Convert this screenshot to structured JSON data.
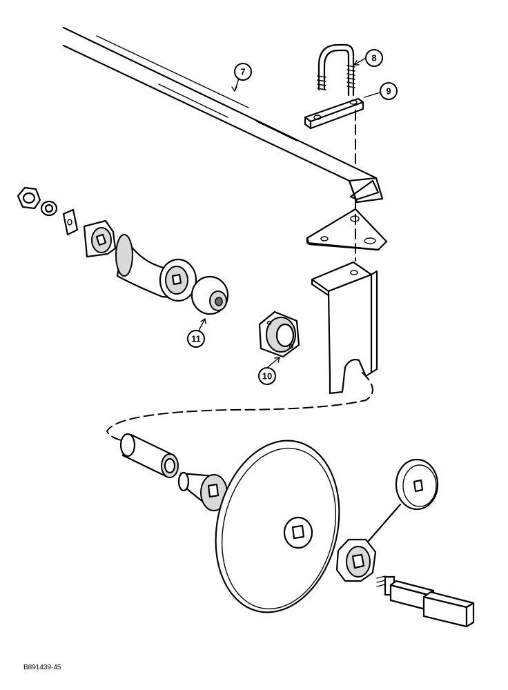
{
  "diagram": {
    "callouts": [
      {
        "id": "7",
        "label": "7"
      },
      {
        "id": "8",
        "label": "8"
      },
      {
        "id": "9",
        "label": "9"
      },
      {
        "id": "10",
        "label": "10"
      },
      {
        "id": "11",
        "label": "11"
      }
    ],
    "drawing_code": "B891439-45"
  }
}
